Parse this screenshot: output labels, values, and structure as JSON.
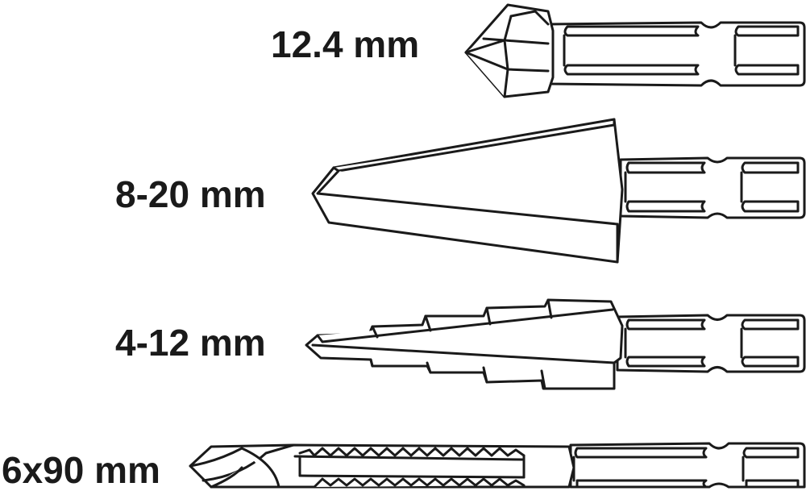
{
  "bits": [
    {
      "label": "12.4 mm"
    },
    {
      "label": "8-20 mm"
    },
    {
      "label": "4-12 mm"
    },
    {
      "label": "6x90 mm"
    }
  ],
  "colors": {
    "line": "#1a1a1a",
    "fill": "#ffffff"
  }
}
